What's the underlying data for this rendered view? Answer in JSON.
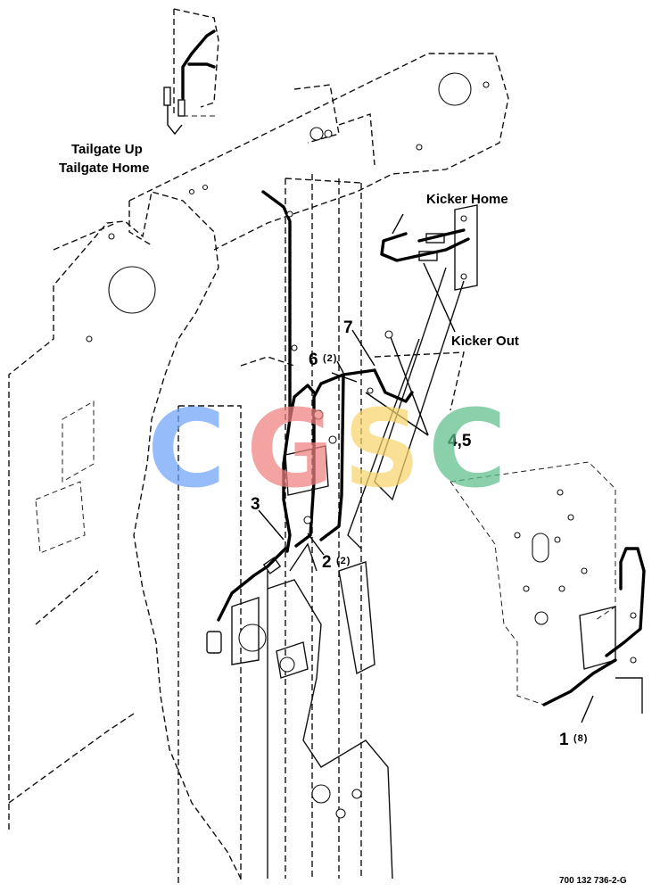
{
  "labels": {
    "tailgate_up": "Tailgate Up",
    "tailgate_home": "Tailgate Home",
    "kicker_home": "Kicker Home",
    "kicker_out": "Kicker Out"
  },
  "callouts": {
    "c1": {
      "number": "1",
      "qty": "(8)"
    },
    "c2": {
      "number": "2",
      "qty": "(2)"
    },
    "c3": {
      "number": "3"
    },
    "c45": {
      "number": "4,5"
    },
    "c6": {
      "number": "6",
      "qty": "(2)"
    },
    "c7": {
      "number": "7"
    }
  },
  "watermark": {
    "letters": [
      "C",
      "G",
      "S",
      "C"
    ],
    "colors": [
      "#6fa3f7",
      "#f08080",
      "#f7d56b",
      "#5cbf8c"
    ]
  },
  "reference": "700 132 736-2-G"
}
